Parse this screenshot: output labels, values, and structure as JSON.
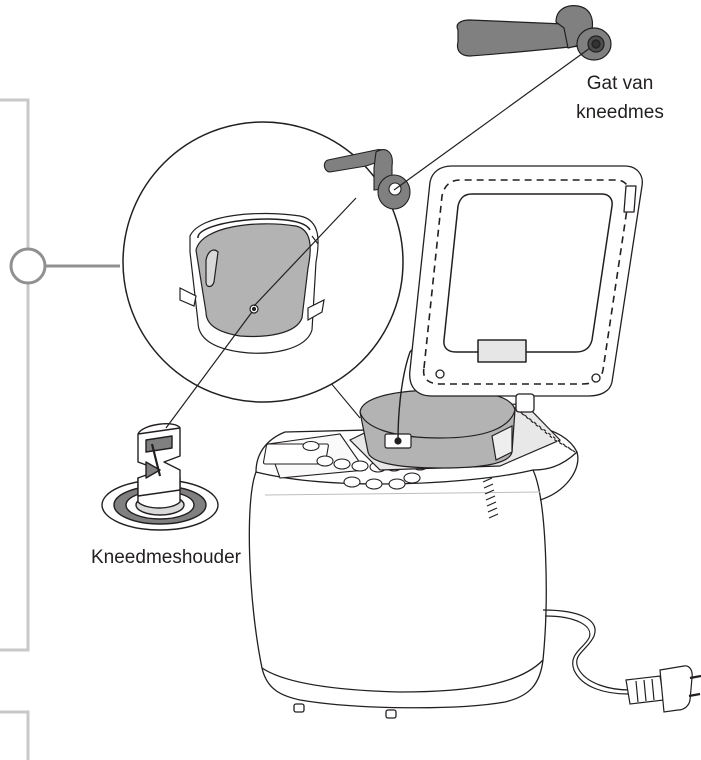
{
  "labels": {
    "kneading_blade_hole": "Gat van kneedmes",
    "kneading_blade_hole_line1": "Gat van",
    "kneading_blade_hole_line2": "kneedmes",
    "kneading_blade_holder": "Kneedmeshouder"
  },
  "colors": {
    "outline": "#231f20",
    "blade_gray": "#808080",
    "pan_gray": "#b3b3b3",
    "bracket_gray": "#c8c8c8",
    "connector_gray": "#909090",
    "fill_light": "#f2f2f2",
    "background": "#ffffff"
  }
}
